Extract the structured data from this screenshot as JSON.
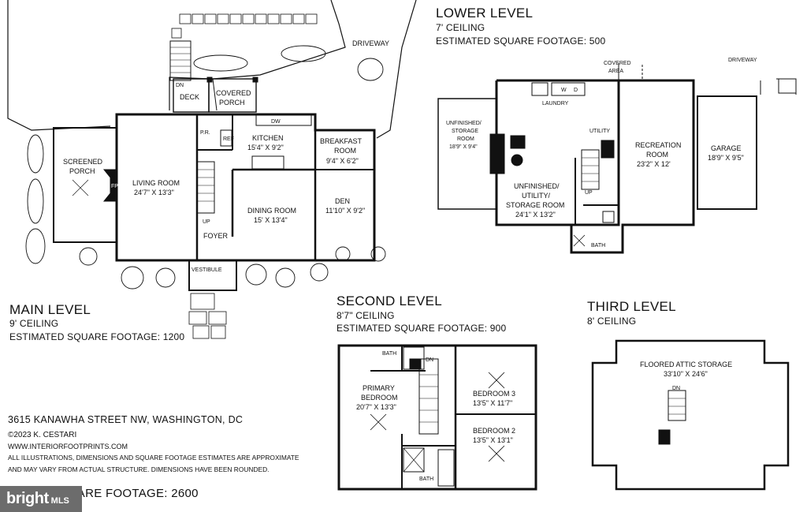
{
  "levels": {
    "lower": {
      "title": "LOWER LEVEL",
      "ceiling": "7' CEILING",
      "sqft": "ESTIMATED SQUARE FOOTAGE: 500"
    },
    "main": {
      "title": "MAIN LEVEL",
      "ceiling": "9' CEILING",
      "sqft": "ESTIMATED SQUARE FOOTAGE: 1200"
    },
    "second": {
      "title": "SECOND LEVEL",
      "ceiling": "8'7\" CEILING",
      "sqft": "ESTIMATED SQUARE FOOTAGE: 900"
    },
    "third": {
      "title": "THIRD LEVEL",
      "ceiling": "8' CEILING"
    }
  },
  "main_rooms": {
    "driveway": "DRIVEWAY",
    "deck": "DECK",
    "dn": "DN",
    "covered_porch_1": "COVERED",
    "covered_porch_2": "PORCH",
    "kitchen": "KITCHEN",
    "kitchen_dim": "15'4\" X 9'2\"",
    "pr": "P.R.",
    "ref": "REF",
    "dw": "DW",
    "breakfast_1": "BREAKFAST",
    "breakfast_2": "ROOM",
    "breakfast_dim": "9'4\" X 6'2\"",
    "screened_1": "SCREENED",
    "screened_2": "PORCH",
    "fp": "FP",
    "living": "LIVING ROOM",
    "living_dim": "24'7\" X 13'3\"",
    "dining": "DINING ROOM",
    "dining_dim": "15' X 13'4\"",
    "den": "DEN",
    "den_dim": "11'10\" X 9'2\"",
    "foyer": "FOYER",
    "vestibule": "VESTIBULE",
    "up": "UP"
  },
  "lower_rooms": {
    "covered_area_1": "COVERED",
    "covered_area_2": "AREA",
    "driveway": "DRIVEWAY",
    "laundry": "LAUNDRY",
    "w": "W",
    "d": "D",
    "unfinished_storage_1": "UNFINISHED/",
    "unfinished_storage_2": "STORAGE",
    "unfinished_storage_3": "ROOM",
    "unfinished_storage_dim": "18'9\" X 9'4\"",
    "utility": "UTILITY",
    "recreation": "RECREATION",
    "recreation_2": "ROOM",
    "recreation_dim": "23'2\" X 12'",
    "garage": "GARAGE",
    "garage_dim": "18'9\" X 9'5\"",
    "unf_utility_1": "UNFINISHED/",
    "unf_utility_2": "UTILITY/",
    "unf_utility_3": "STORAGE ROOM",
    "unf_utility_dim": "24'1\" X 13'2\"",
    "bath": "BATH",
    "up": "UP"
  },
  "second_rooms": {
    "bath_top": "BATH",
    "dn": "DN",
    "primary_1": "PRIMARY",
    "primary_2": "BEDROOM",
    "primary_dim": "20'7\" X 13'3\"",
    "bedroom3": "BEDROOM 3",
    "bedroom3_dim": "13'5\" X 11'7\"",
    "bedroom2": "BEDROOM 2",
    "bedroom2_dim": "13'5\" X 13'1\"",
    "bath_bottom": "BATH"
  },
  "third_rooms": {
    "attic": "FLOORED ATTIC STORAGE",
    "attic_dim": "33'10\" X 24'6\"",
    "dn": "DN"
  },
  "footer": {
    "address": "3615 KANAWHA STREET NW, WASHINGTON, DC",
    "copyright": "©2023 K. CESTARI",
    "website": "WWW.INTERIORFOOTPRINTS.COM",
    "disclaimer_1": "ALL ILLUSTRATIONS, DIMENSIONS AND SQUARE FOOTAGE ESTIMATES ARE APPROXIMATE",
    "disclaimer_2": "AND MAY VARY FROM ACTUAL STRUCTURE. DIMENSIONS HAVE BEEN ROUNDED.",
    "total": "TOTAL SQUARE FOOTAGE: 2600"
  },
  "watermark": {
    "brand": "bright",
    "suffix": "MLS"
  }
}
